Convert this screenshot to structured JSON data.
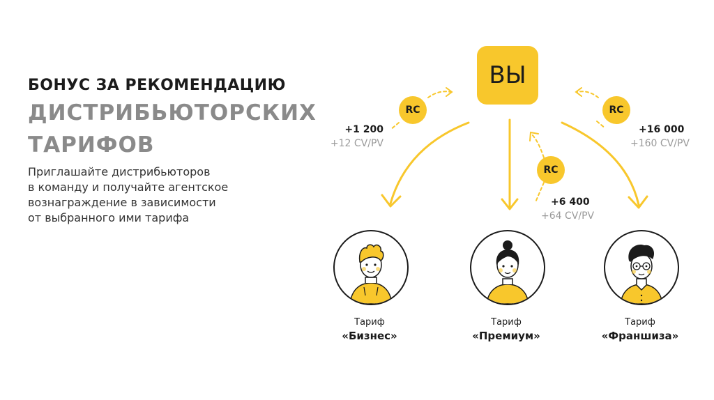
{
  "heading": {
    "line1": "БОНУС ЗА РЕКОМЕНДАЦИЮ",
    "line2": "ДИСТРИБЬЮТОРСКИХ",
    "line3": "ТАРИФОВ"
  },
  "description": [
    "Приглашайте дистрибьюторов",
    "в команду и получайте агентское",
    "вознаграждение в зависимости",
    "от выбранного ими тарифа"
  ],
  "you_label": "ВЫ",
  "rc_label": "RC",
  "bonuses": {
    "business": {
      "amount": "+1 200",
      "cv": "+12 CV/PV"
    },
    "premium": {
      "amount": "+6 400",
      "cv": "+64 CV/PV"
    },
    "franchise": {
      "amount": "+16 000",
      "cv": "+160 CV/PV"
    }
  },
  "tariffs": [
    {
      "word": "Тариф",
      "name": "«Бизнес»"
    },
    {
      "word": "Тариф",
      "name": "«Премиум»"
    },
    {
      "word": "Тариф",
      "name": "«Франшиза»"
    }
  ],
  "colors": {
    "accent": "#F8C72C",
    "text": "#1B1B1B",
    "muted": "#8A8A8A"
  },
  "icons": [
    "person-business-avatar",
    "person-premium-avatar",
    "person-franchise-avatar",
    "arrow-down-icon",
    "dashed-arrow-icon"
  ]
}
